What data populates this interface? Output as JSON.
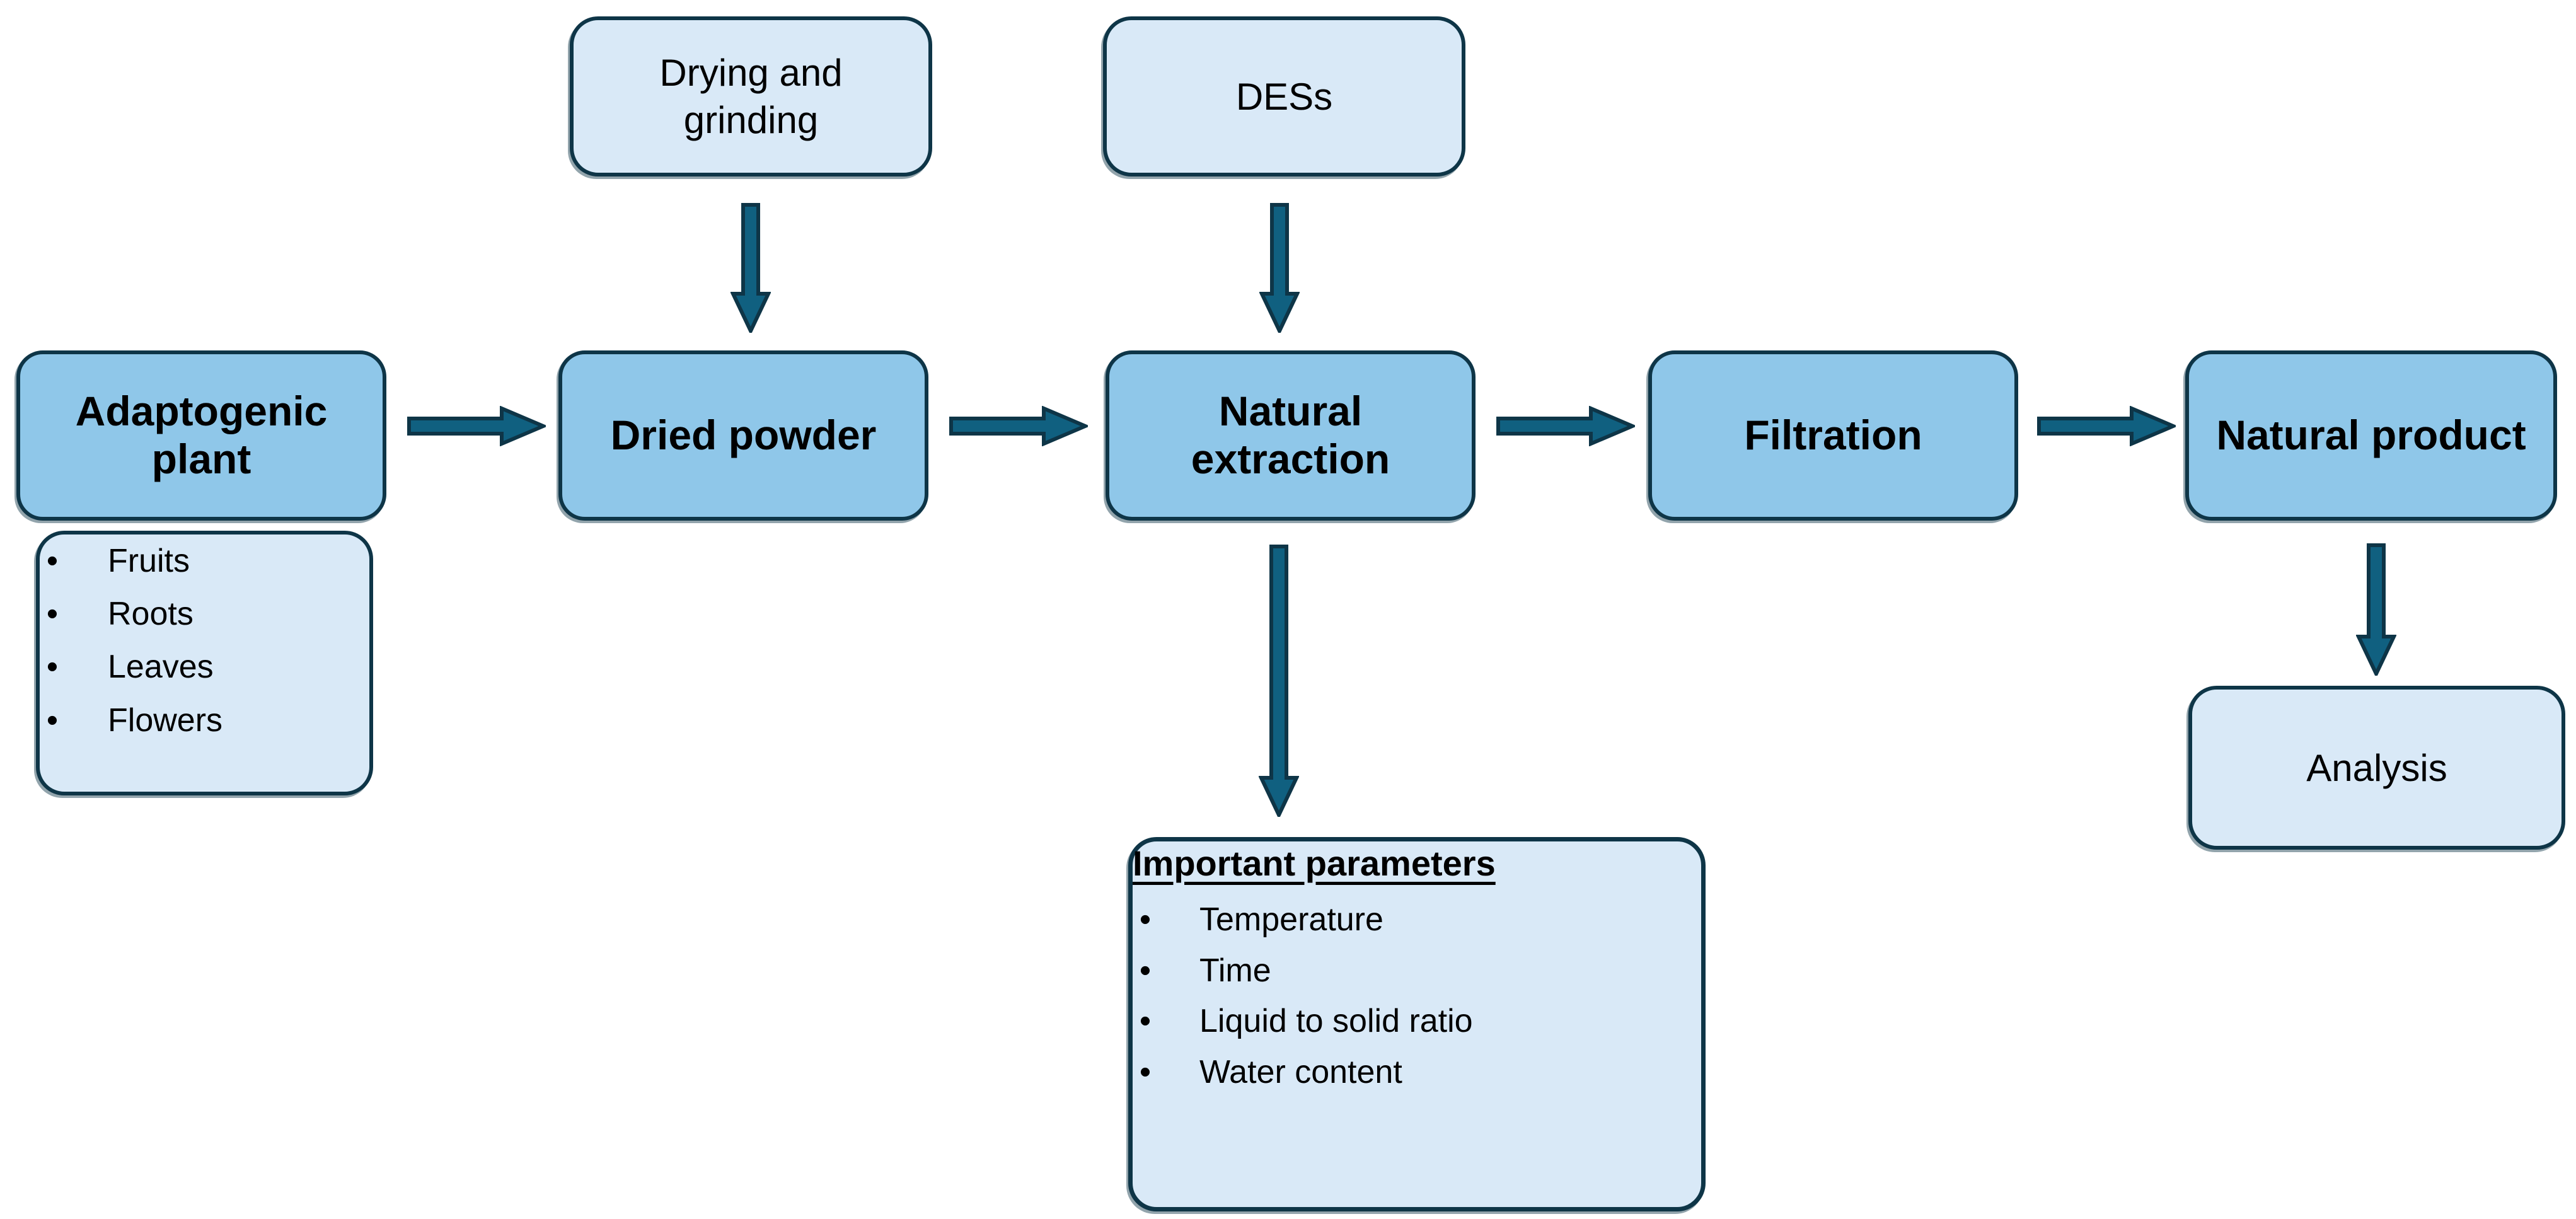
{
  "diagram": {
    "bullet": "•",
    "nodes": {
      "drying_grinding": {
        "label": "Drying and grinding"
      },
      "dess": {
        "label": "DESs"
      },
      "adaptogenic_plant": {
        "label": "Adaptogenic plant"
      },
      "dried_powder": {
        "label": "Dried powder"
      },
      "natural_extraction": {
        "label": "Natural extraction"
      },
      "filtration": {
        "label": "Filtration"
      },
      "natural_product": {
        "label": "Natural product"
      },
      "analysis": {
        "label": "Analysis"
      },
      "plant_parts": {
        "items": [
          "Fruits",
          "Roots",
          "Leaves",
          "Flowers"
        ]
      },
      "important_parameters": {
        "title": "Important parameters",
        "items": [
          "Temperature",
          "Time",
          "Liquid to solid ratio",
          "Water content"
        ]
      }
    },
    "edges": [
      "adaptogenic_plant -> dried_powder",
      "dried_powder -> natural_extraction",
      "natural_extraction -> filtration",
      "filtration -> natural_product",
      "drying_grinding -> dried_powder",
      "dess -> natural_extraction",
      "natural_extraction -> important_parameters",
      "natural_product -> analysis"
    ],
    "colors": {
      "process_node_fill": "#8FC7E9",
      "note_node_fill": "#D9E9F7",
      "border": "#0E3547",
      "arrow_fill": "#106080",
      "text": "#000000",
      "background": "#FFFFFF"
    }
  }
}
